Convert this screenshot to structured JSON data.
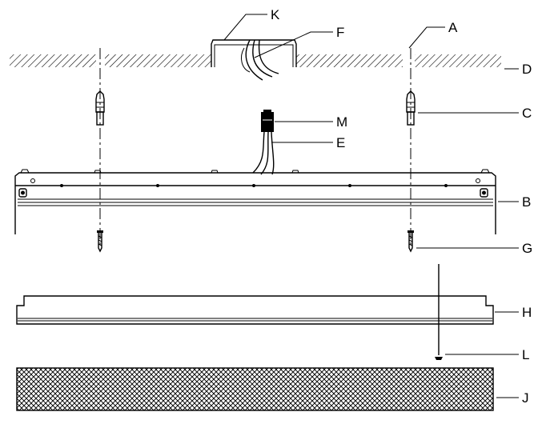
{
  "labels": {
    "A": "A",
    "B": "B",
    "C": "C",
    "D": "D",
    "E": "E",
    "F": "F",
    "G": "G",
    "H": "H",
    "J": "J",
    "K": "K",
    "L": "L",
    "M": "M"
  },
  "colors": {
    "line": "#000000",
    "background": "#ffffff"
  }
}
